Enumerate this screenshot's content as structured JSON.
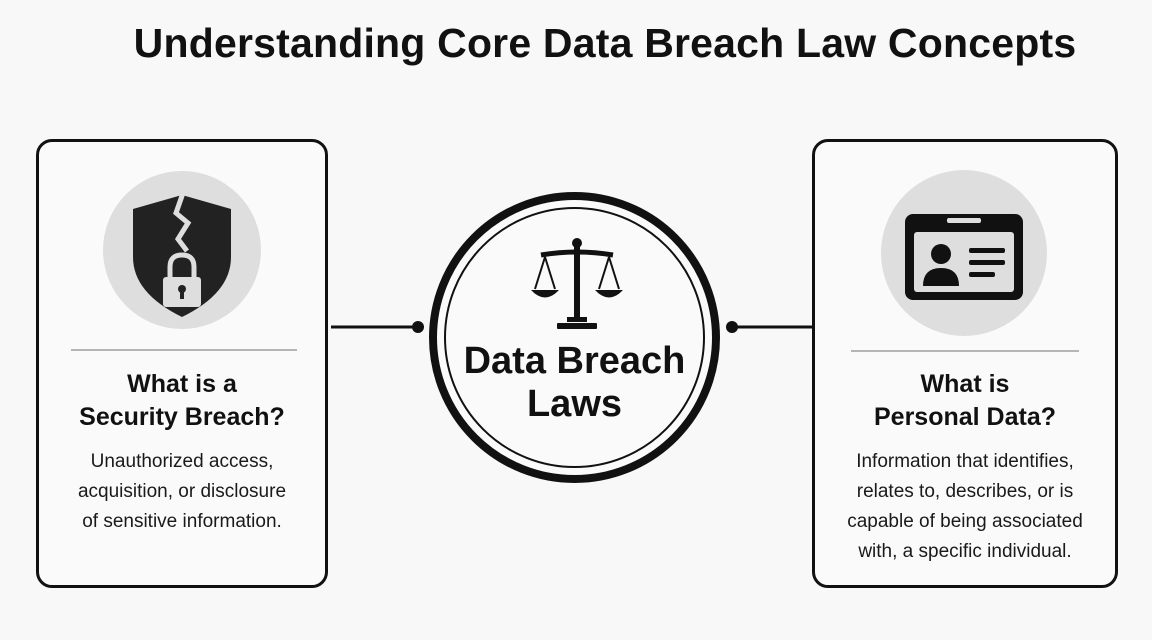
{
  "title": "Understanding Core Data Breach Law Concepts",
  "center": {
    "label_lines": [
      "Data Breach",
      "Laws"
    ],
    "icon": "scales-of-justice-icon"
  },
  "cards": [
    {
      "icon": "broken-shield-lock-icon",
      "heading_lines": [
        "What is a",
        "Security Breach?"
      ],
      "body_lines": [
        "Unauthorized access,",
        "acquisition, or disclosure",
        "of sensitive information."
      ]
    },
    {
      "icon": "id-card-icon",
      "heading_lines": [
        "What is",
        "Personal Data?"
      ],
      "body_lines": [
        "Information that identifies,",
        "relates to, describes, or is",
        "capable of being associated",
        "with, a specific individual."
      ]
    }
  ],
  "colors": {
    "background": "#f8f8f8",
    "ink": "#111111",
    "icon_circle": "#dedede",
    "divider": "#b5b5b5"
  }
}
